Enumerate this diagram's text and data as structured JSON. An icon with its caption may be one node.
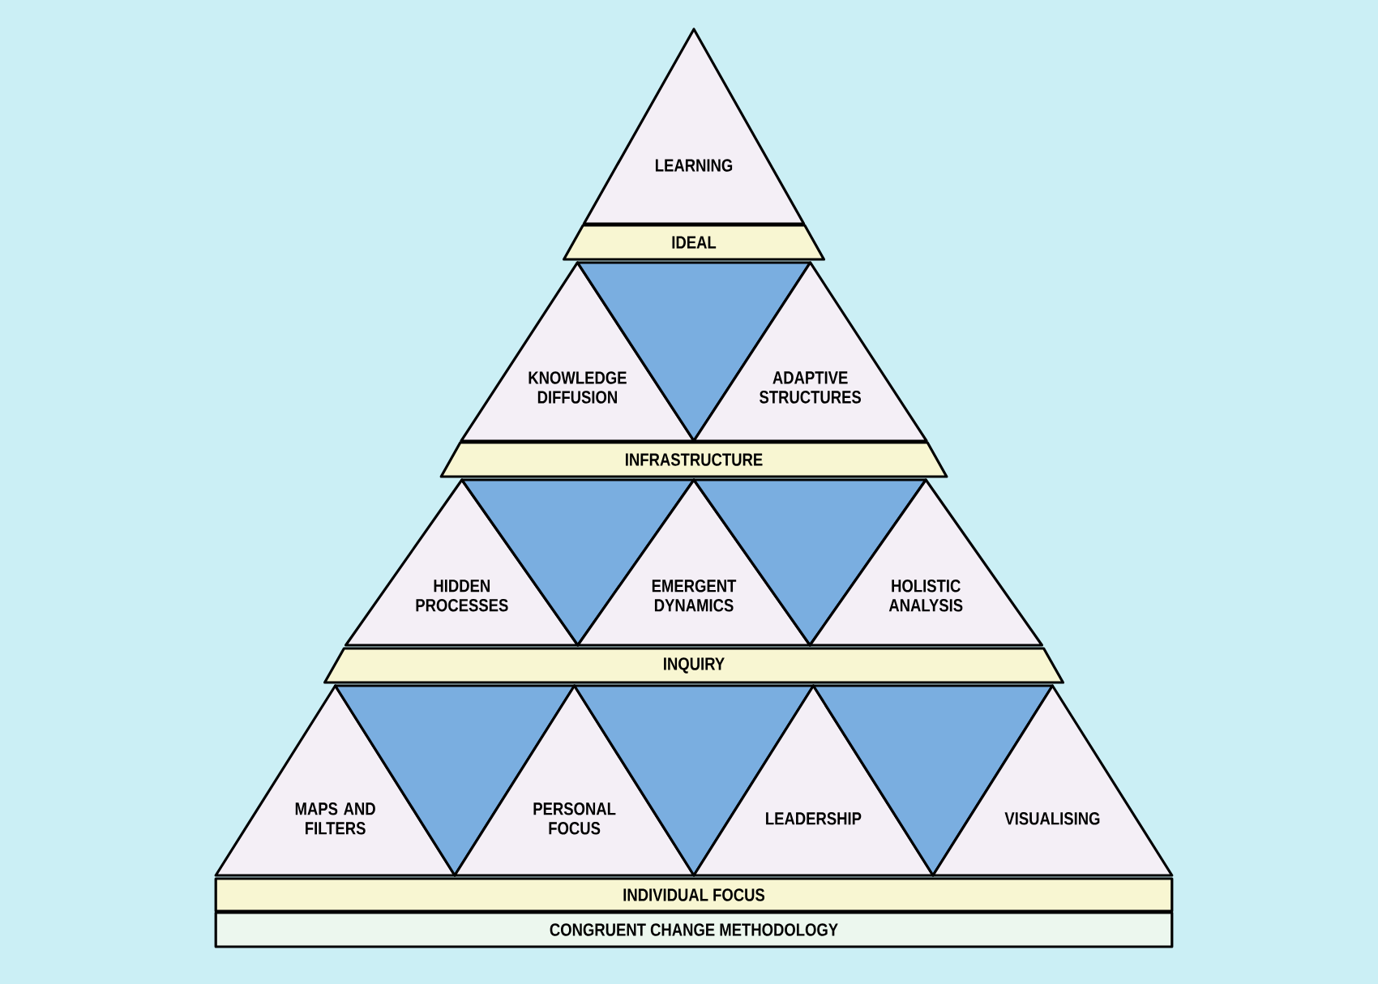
{
  "diagram": {
    "nodes": [
      {
        "text": [
          "LEARNING"
        ]
      },
      {
        "text": [
          "IDEAL"
        ]
      },
      {
        "text": [
          "KNOWLEDGE DIFFUSION"
        ]
      },
      {
        "text": [],
        "shape": "triangle"
      },
      {
        "text": [
          "ADAPTIVE STRUCTURES"
        ]
      },
      {
        "text": [
          "INFRASTRUCTURE"
        ]
      },
      {
        "text": [
          "HIDDEN PROCESSES"
        ]
      },
      {
        "text": [],
        "shape": "triangle"
      },
      {
        "text": [
          "EMERGENT DYNAMICS"
        ]
      },
      {
        "text": [],
        "shape": "triangle"
      },
      {
        "text": [
          "HOLISTIC ANALYSIS"
        ]
      },
      {
        "text": [
          "INQUIRY"
        ]
      },
      {
        "text": [
          "MAPS AND FILTERS"
        ]
      },
      {
        "text": [],
        "shape": "triangle"
      },
      {
        "text": [
          "PERSONAL FOCUS"
        ]
      },
      {
        "text": [],
        "shape": "triangle"
      },
      {
        "text": [
          "LEADERSHIP"
        ]
      },
      {
        "text": [],
        "shape": "triangle"
      },
      {
        "text": [
          "VISUALISING"
        ]
      },
      {
        "text": [
          "INDIVIDUAL FOCUS"
        ]
      },
      {
        "text": [
          "CONGRUENT CHANGE METHODOLOGY"
        ]
      }
    ]
  }
}
